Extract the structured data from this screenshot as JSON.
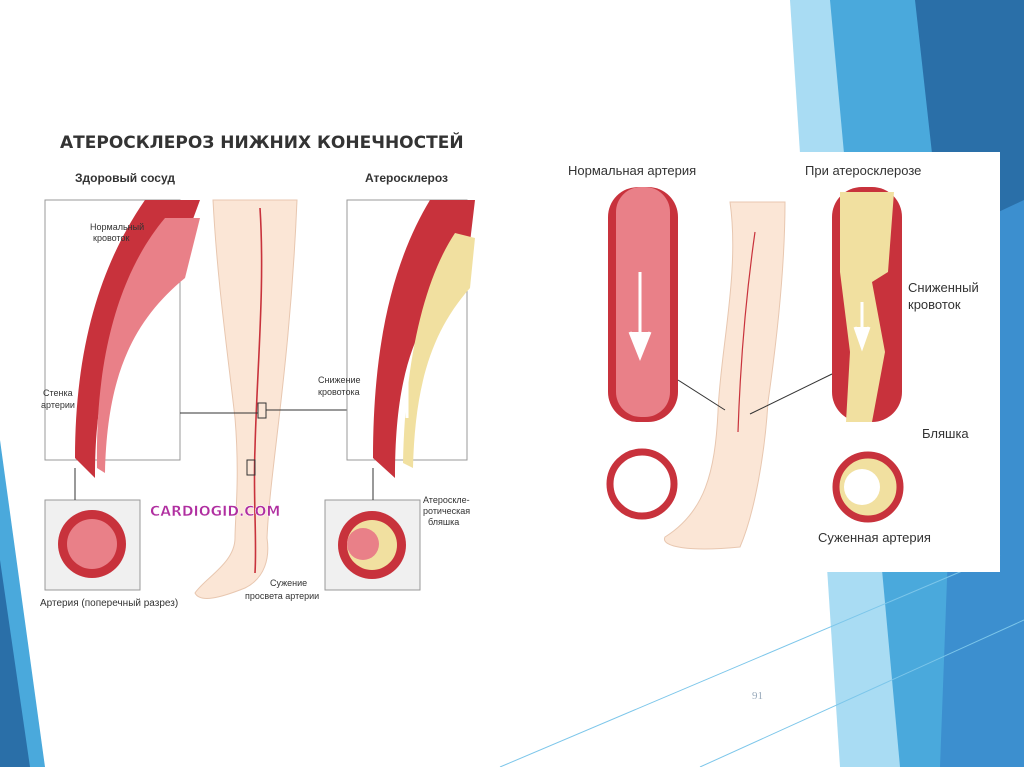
{
  "theme": {
    "accent_dark": "#2a6fa8",
    "accent_mid": "#4aa9dc",
    "accent_light": "#a9dcf3",
    "artery": "#c8323c",
    "plaque": "#f1e0a0"
  },
  "left_figure": {
    "title": "АТЕРОСКЛЕРОЗ НИЖНИХ КОНЕЧНОСТЕЙ",
    "healthy_label": "Здоровый сосуд",
    "disease_label": "Атеросклероз",
    "normal_flow_line1": "Нормальный",
    "normal_flow_line2": "кровоток",
    "wall_line1": "Стенка",
    "wall_line2": "артерии",
    "reduced_line1": "Снижение",
    "reduced_line2": "кровотока",
    "plaque_line1": "Атероскле-",
    "plaque_line2": "ротическая",
    "plaque_line3": "бляшка",
    "cross_section": "Артерия (поперечный разрез)",
    "narrowing_line1": "Сужение",
    "narrowing_line2": "просвета артерии",
    "watermark": "CARDIOGID.COM"
  },
  "right_figure": {
    "normal_label": "Нормальная артерия",
    "athero_label": "При атеросклерозе",
    "reduced_line1": "Сниженный",
    "reduced_line2": "кровоток",
    "plaque": "Бляшка",
    "narrowed": "Суженная артерия"
  },
  "slide_number": "91"
}
